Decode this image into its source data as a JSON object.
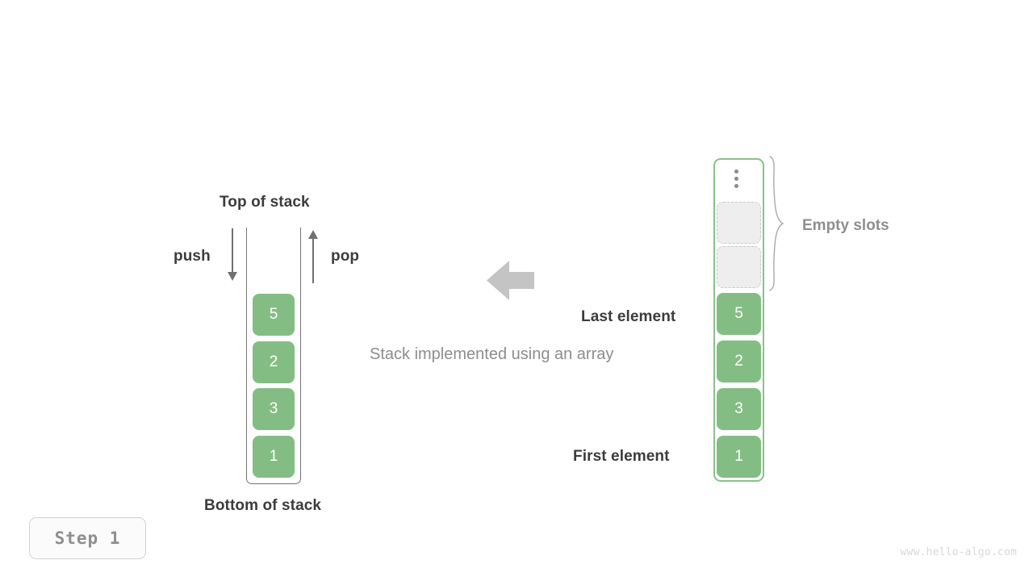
{
  "diagram": {
    "caption": "Stack implemented using an array",
    "watermark": "www.hello-algo.com",
    "step_badge": "Step  1",
    "colors": {
      "cell_fill": "#84bd84",
      "cell_text": "#ffffff",
      "array_border": "#8cc08c",
      "stack_border": "#737373",
      "empty_slot_fill": "#eeeeee",
      "empty_slot_border": "#c9c9c9",
      "label_text": "#3c3c3c",
      "muted_text": "#8f8f8f",
      "arrow_gray": "#707070",
      "block_arrow": "#c4c4c4"
    }
  },
  "stack_panel": {
    "top_label": "Top of stack",
    "bottom_label": "Bottom of stack",
    "push_label": "push",
    "pop_label": "pop",
    "cells": [
      {
        "value": "5"
      },
      {
        "value": "2"
      },
      {
        "value": "3"
      },
      {
        "value": "1"
      }
    ]
  },
  "array_panel": {
    "empty_slots_label": "Empty slots",
    "last_element_label": "Last element",
    "first_element_label": "First element",
    "ellipsis_icon": "vertical-ellipsis-icon",
    "empty_slot_count": 2,
    "cells": [
      {
        "value": "5"
      },
      {
        "value": "2"
      },
      {
        "value": "3"
      },
      {
        "value": "1"
      }
    ]
  }
}
